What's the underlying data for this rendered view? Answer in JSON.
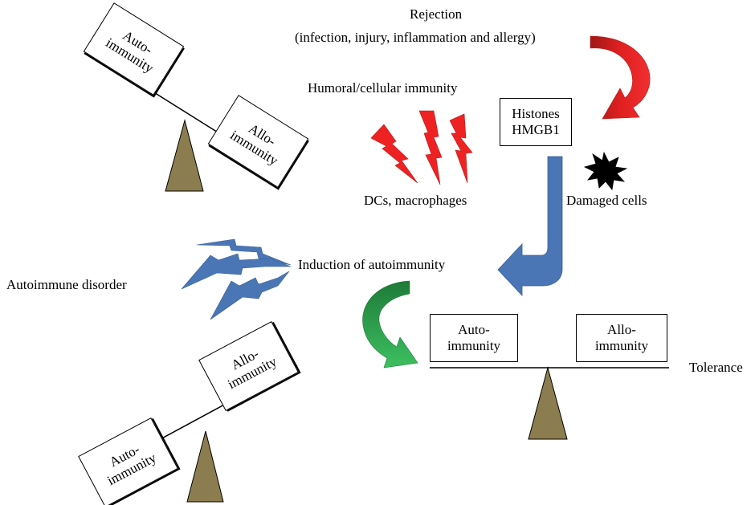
{
  "rejection": {
    "title": "Rejection",
    "causes": "(infection, injury, inflammation and allergy)"
  },
  "humoral_cellular": "Humoral/cellular immunity",
  "histones_box": {
    "line1": "Histones",
    "line2": "HMGB1"
  },
  "dcs_macrophages": "DCs, macrophages",
  "damaged_cells": "Damaged cells",
  "induction": "Induction of autoimmunity",
  "autoimmune_disorder": "Autoimmune disorder",
  "tolerance": "Tolerance",
  "top_scale": {
    "left_box": {
      "line1": "Auto-",
      "line2": "immunity"
    },
    "right_box": {
      "line1": "Allo-",
      "line2": "immunity"
    }
  },
  "bottom_scale": {
    "left_box": {
      "line1": "Auto-",
      "line2": "immunity"
    },
    "right_box": {
      "line1": "Allo-",
      "line2": "immunity"
    }
  },
  "tolerance_scale": {
    "left_box": {
      "line1": "Auto-",
      "line2": "immunity"
    },
    "right_box": {
      "line1": "Allo-",
      "line2": "immunity"
    }
  },
  "colors": {
    "fulcrum": "#8b7d4f",
    "red_arrow": "#e02020",
    "blue_arrow": "#4a76b5",
    "green_arrow": "#2aa24a",
    "lightning_red": "#ee2222",
    "lightning_blue": "#4a76b5",
    "burst": "#000000"
  }
}
